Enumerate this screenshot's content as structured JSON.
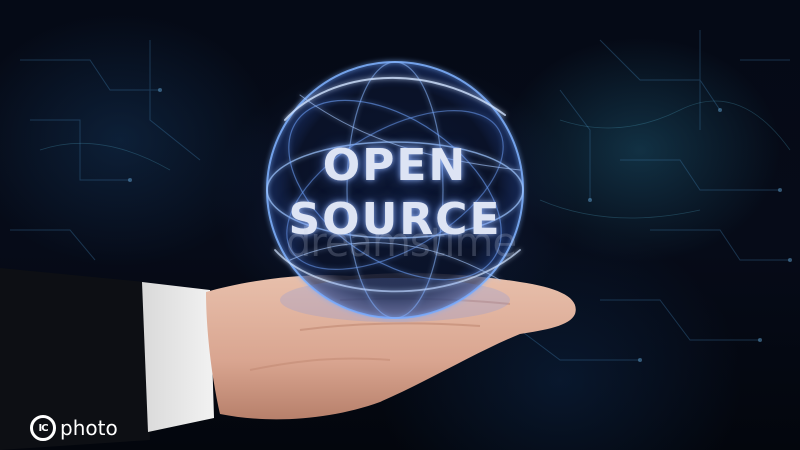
{
  "image": {
    "hologram_lines": [
      "OPEN",
      "SOURCE"
    ],
    "watermark_text": "dreamstime",
    "brand": {
      "logo_text": "IC",
      "name": "photo"
    },
    "colors": {
      "background": "#04070f",
      "hologram_glow": "#5a8cff",
      "hologram_text": "#dde4f4"
    },
    "icons": [
      "ic-photo-logo-icon"
    ]
  }
}
